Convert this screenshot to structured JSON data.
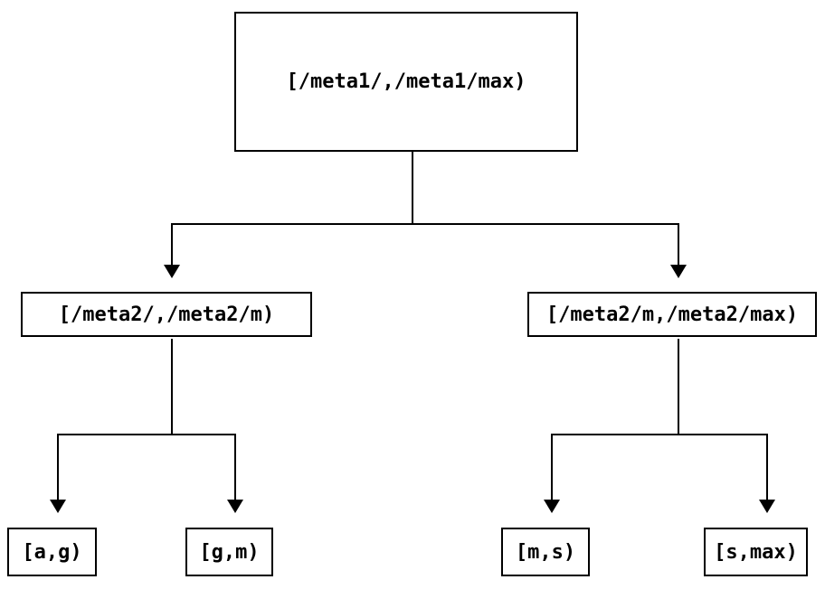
{
  "diagram": {
    "type": "tree",
    "colors": {
      "background": "#ffffff",
      "line": "#000000",
      "box_border": "#000000",
      "box_fill": "#ffffff",
      "text": "#000000"
    },
    "nodes": {
      "root": {
        "label": "[/meta1/,/meta1/max)"
      },
      "meta2_low": {
        "label": "[/meta2/,/meta2/m)"
      },
      "meta2_high": {
        "label": "[/meta2/m,/meta2/max)"
      },
      "leaf_ag": {
        "label": "[a,g)"
      },
      "leaf_gm": {
        "label": "[g,m)"
      },
      "leaf_ms": {
        "label": "[m,s)"
      },
      "leaf_smax": {
        "label": "[s,max)"
      }
    },
    "edges": [
      {
        "from": "root",
        "to": "meta2_low"
      },
      {
        "from": "root",
        "to": "meta2_high"
      },
      {
        "from": "meta2_low",
        "to": "leaf_ag"
      },
      {
        "from": "meta2_low",
        "to": "leaf_gm"
      },
      {
        "from": "meta2_high",
        "to": "leaf_ms"
      },
      {
        "from": "meta2_high",
        "to": "leaf_smax"
      }
    ]
  }
}
